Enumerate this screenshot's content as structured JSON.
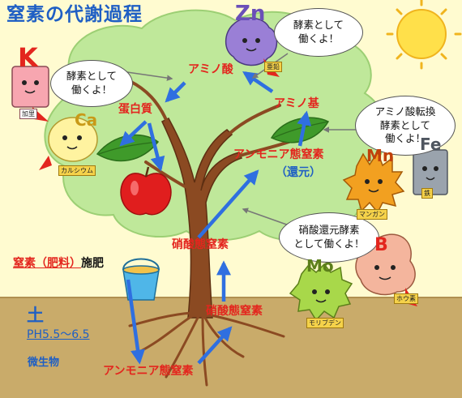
{
  "title": "窒素の代謝過程",
  "labels": {
    "amino_acid": "アミノ酸",
    "protein": "蛋白質",
    "amino_group": "アミノ基",
    "ammonia_top": "アンモニア態窒素",
    "reduction": "（還元）",
    "nitrate_upper": "硝酸態窒素",
    "nitrate_lower": "硝酸態窒素",
    "ammonia_bottom": "アンモニア態窒素",
    "fertilizer_underlined": "窒素（肥料）",
    "fertilizer_rest": "施肥"
  },
  "soil": {
    "title": "土",
    "ph": "PH5.5～6.5",
    "microbes": "微生物"
  },
  "bubbles": {
    "zn": [
      "酵素として",
      "働くよ！"
    ],
    "k": [
      "酵素として",
      "働くよ！"
    ],
    "mn_fe": [
      "アミノ酸転換",
      "酵素として",
      "働くよ！"
    ],
    "mo_b": [
      "硝酸還元酵素",
      "として働くよ！"
    ]
  },
  "characters": {
    "zn": {
      "symbol": "Zn",
      "name": "亜鉛"
    },
    "k": {
      "symbol": "K",
      "name": "加里"
    },
    "ca": {
      "symbol": "Ca",
      "name": "カルシウム"
    },
    "mn": {
      "symbol": "Mn",
      "name": "マンガン"
    },
    "fe": {
      "symbol": "Fe",
      "name": "鉄"
    },
    "mo": {
      "symbol": "Mo",
      "name": "モリブデン"
    },
    "b": {
      "symbol": "B",
      "name": "ホウ素"
    }
  },
  "colors": {
    "canopy": "#bfe89a",
    "soil": "#c9ab6a",
    "trunk": "#8b4a22",
    "arrow": "#2f6fe0",
    "label_red": "#e3261e",
    "label_blue": "#1f5fc4",
    "sun": "#ffe04a",
    "apple": "#e01e1e",
    "leaf": "#3f9a2a",
    "bucket": "#4fb6e8"
  }
}
